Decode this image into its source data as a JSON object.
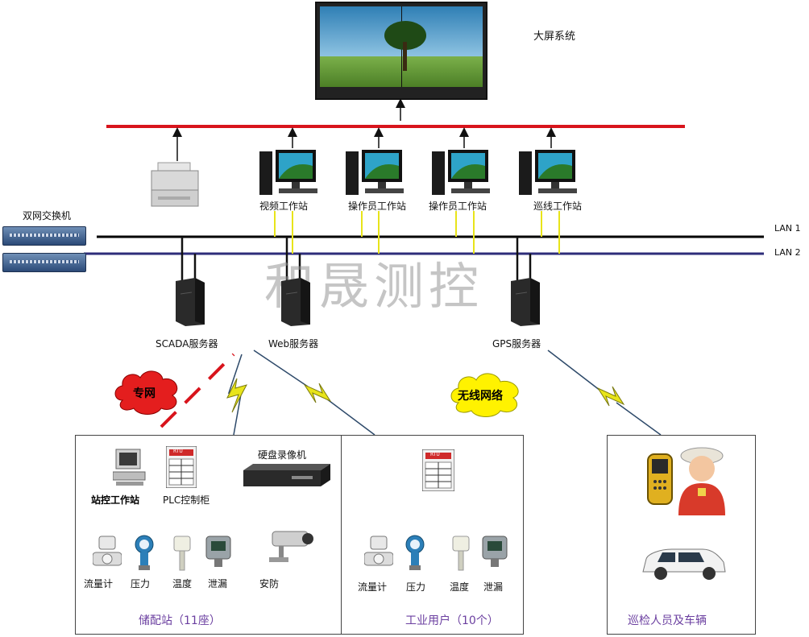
{
  "top": {
    "big_screen_label": "大屏系统",
    "switch_label": "双网交换机",
    "lan1": "LAN 1",
    "lan2": "LAN 2"
  },
  "workstations": [
    {
      "label": "视频工作站"
    },
    {
      "label": "操作员工作站"
    },
    {
      "label": "操作员工作站"
    },
    {
      "label": "巡线工作站"
    }
  ],
  "servers": [
    {
      "label": "SCADA服务器"
    },
    {
      "label": "Web服务器"
    },
    {
      "label": "GPS服务器"
    }
  ],
  "clouds": {
    "private": "专网",
    "wireless": "无线网络"
  },
  "watermark": "和晟测控",
  "station": {
    "workstation": "站控工作站",
    "plc": "PLC控制柜",
    "dvr": "硬盘录像机",
    "rtu_tag": "RTU",
    "sensors": [
      "流量计",
      "压力",
      "温度",
      "泄漏"
    ],
    "security": "安防",
    "title": "储配站（11座）"
  },
  "industrial": {
    "rtu_tag": "RTU",
    "sensors": [
      "流量计",
      "压力",
      "温度",
      "泄漏"
    ],
    "title": "工业用户（10个）"
  },
  "patrol": {
    "title": "巡检人员及车辆"
  },
  "colors": {
    "red_bus": "#d8141c",
    "lan1": "#000000",
    "lan2": "#2e2c7a",
    "yellow_link": "#e8e41a",
    "private_cloud": "#e41e1e",
    "wireless_cloud": "#fff200",
    "title_text": "#6b3fa0"
  }
}
